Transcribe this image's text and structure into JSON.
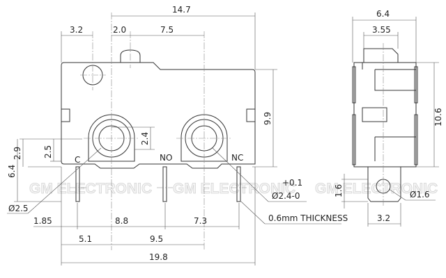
{
  "dimensions": {
    "overall_width_top": "14.7",
    "hole_offset": "3.2",
    "plunger_offset": "2.0",
    "plunger_to_nc": "7.5",
    "body_height": "9.9",
    "boss_offset_a": "2.9",
    "boss_offset_b": "2.5",
    "boss_radius": "2.4",
    "terminal_height": "6.4",
    "mount_hole_dia": "Ø2.5",
    "terminal_tol": "+0.1",
    "terminal_hole_dia": "Ø2.4-0",
    "thickness": "0.6mm THICKNESS",
    "c_offset": "1.85",
    "c_to_no": "8.8",
    "no_to_nc": "7.3",
    "hole1_offset": "5.1",
    "hole_pitch": "9.5",
    "overall_length": "19.8",
    "side_width": "6.4",
    "side_plunger_width": "3.55",
    "side_height": "10.6",
    "tab_hole_pos": "1.6",
    "tab_width": "3.2",
    "tab_hole_dia": "Ø1.6"
  },
  "terminals": {
    "c": "C",
    "no": "NO",
    "nc": "NC"
  },
  "watermark": "GM ELECTRONIC"
}
